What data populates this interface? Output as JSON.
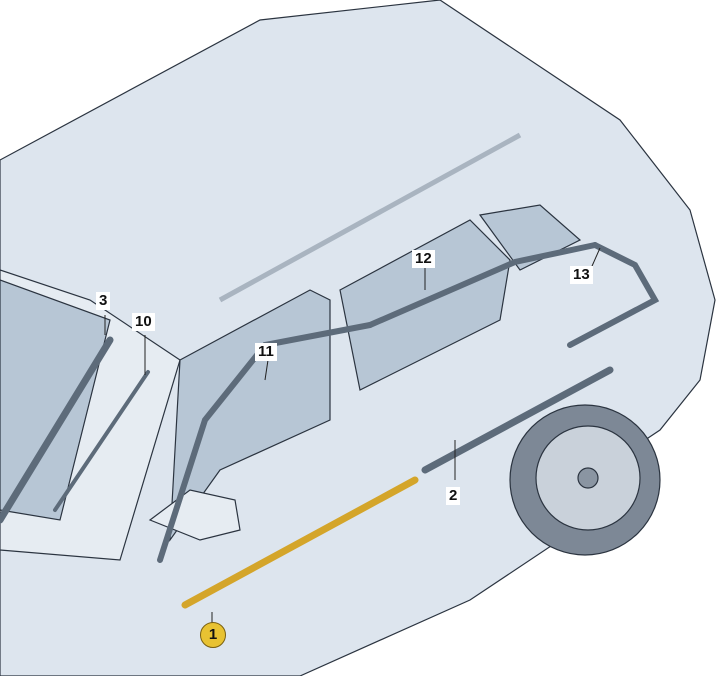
{
  "diagram": {
    "title": "",
    "callouts": [
      {
        "id": "1",
        "label": "1",
        "highlighted": true
      },
      {
        "id": "2",
        "label": "2"
      },
      {
        "id": "3",
        "label": "3"
      },
      {
        "id": "10",
        "label": "10"
      },
      {
        "id": "11",
        "label": "11"
      },
      {
        "id": "12",
        "label": "12"
      },
      {
        "id": "13",
        "label": "13"
      }
    ],
    "colors": {
      "body": "#dde5ee",
      "window": "#b7c6d5",
      "outline": "#2b3440",
      "highlight": "#d4a52a",
      "trim": "#5d6b7a"
    }
  }
}
